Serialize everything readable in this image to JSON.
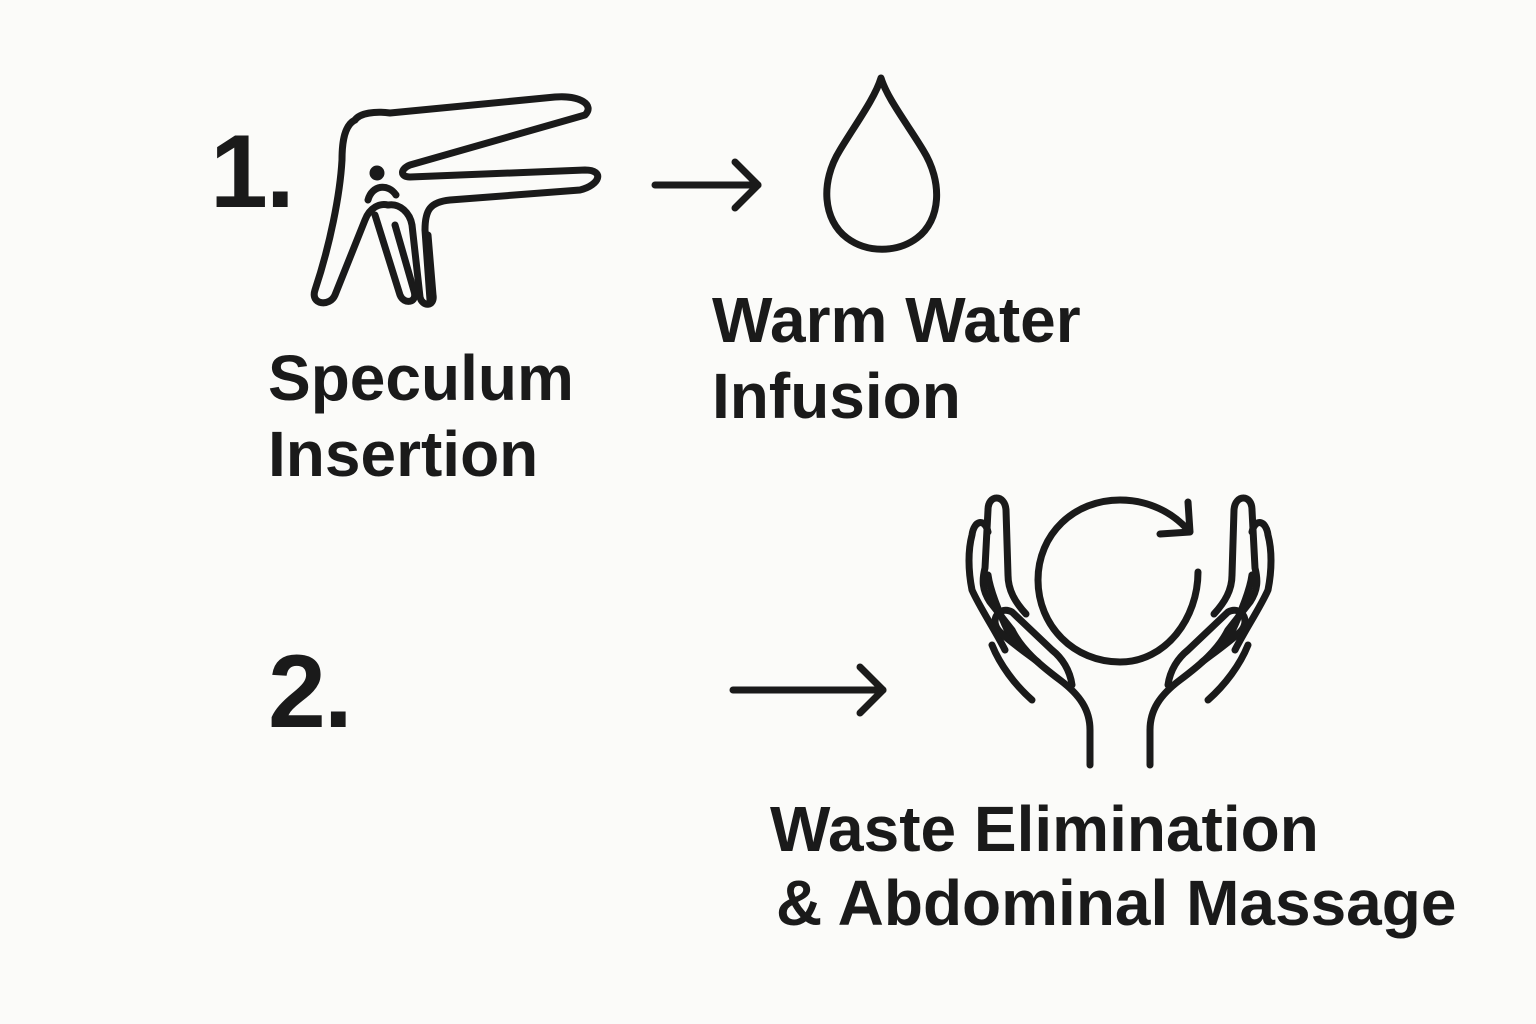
{
  "steps": [
    {
      "number": "1.",
      "label_line1": "Speculum",
      "label_line2": "Insertion",
      "icon": "speculum-icon"
    },
    {
      "label_line1": "Warm Water",
      "label_line2": "Infusion",
      "icon": "water-drop-icon"
    },
    {
      "number": "2.",
      "label_line1": "Waste Elimination",
      "label_line2": "& Abdominal Massage",
      "icon": "hands-circle-arrow-icon"
    }
  ],
  "arrows": [
    "arrow-right-icon",
    "arrow-right-icon"
  ],
  "colors": {
    "background": "#fbfbf9",
    "ink": "#1a1a1a"
  }
}
